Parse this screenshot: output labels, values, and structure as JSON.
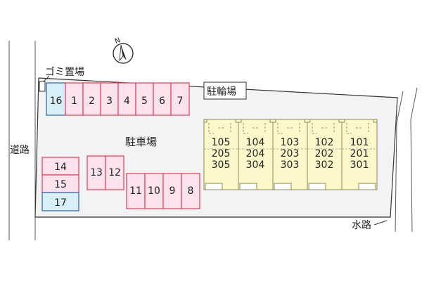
{
  "labels": {
    "north": "N",
    "garbage": "ゴミ置場",
    "bicycle_parking": "駐輪場",
    "parking_lot": "駐車場",
    "road": "道路",
    "waterway": "水路"
  },
  "parking_spaces": {
    "top_row": [
      "16",
      "1",
      "2",
      "3",
      "4",
      "5",
      "6",
      "7"
    ],
    "left_column": [
      "14",
      "15",
      "17"
    ],
    "pair": [
      "13",
      "12"
    ],
    "bottom_row": [
      "11",
      "10",
      "9",
      "8"
    ]
  },
  "units": [
    {
      "floor1": "105",
      "floor2": "205",
      "floor3": "305"
    },
    {
      "floor1": "104",
      "floor2": "204",
      "floor3": "304"
    },
    {
      "floor1": "103",
      "floor2": "203",
      "floor3": "303"
    },
    {
      "floor1": "102",
      "floor2": "202",
      "floor3": "302"
    },
    {
      "floor1": "101",
      "floor2": "201",
      "floor3": "301"
    }
  ],
  "colors": {
    "space_pink_fill": "#fde4ec",
    "space_pink_border": "#e83b5a",
    "space_blue_fill": "#d8eef8",
    "space_blue_border": "#2a5fb0",
    "building_fill": "#fdf8c9",
    "building_border": "#8a8a5a",
    "lot_fill": "#f2f3f5"
  }
}
